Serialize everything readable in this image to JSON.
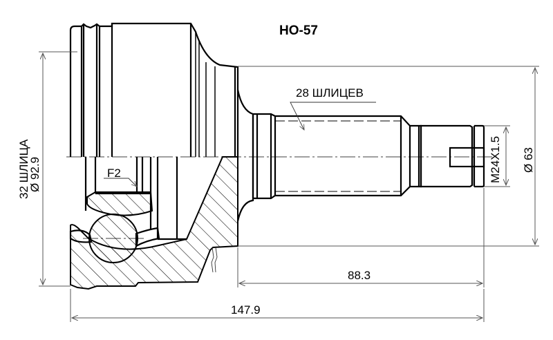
{
  "drawing": {
    "title": "HO-57",
    "background": "#ffffff",
    "line_color": "#000000",
    "labels": {
      "outer_splines": "28 ШЛИЦЕВ",
      "inner_splines": "32 ШЛИЦА",
      "inner_diameter": "Ø 92.9",
      "thread": "M24X1.5",
      "seal_diameter": "Ø 63",
      "callout_f2": "F2"
    },
    "dimensions": {
      "stem_length": "88.3",
      "overall_length": "147.9"
    }
  }
}
